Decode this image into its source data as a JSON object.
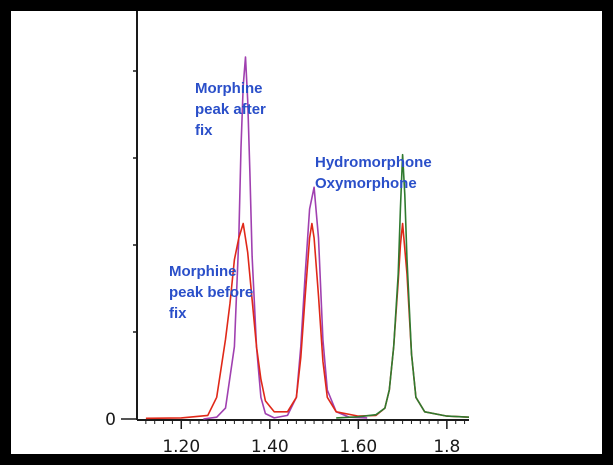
{
  "chart_data": {
    "type": "line",
    "xlim": [
      1.1,
      1.85
    ],
    "ylim": [
      0,
      100
    ],
    "x_ticks": [
      "1.20",
      "1.40",
      "1.60",
      "1.8"
    ],
    "y_ticks": [
      "0"
    ],
    "grid": false,
    "legend": "none",
    "series": [
      {
        "color": "#a040b0",
        "points": [
          [
            1.25,
            0
          ],
          [
            1.28,
            0.5
          ],
          [
            1.3,
            3
          ],
          [
            1.32,
            20
          ],
          [
            1.33,
            50
          ],
          [
            1.335,
            75
          ],
          [
            1.34,
            92
          ],
          [
            1.345,
            100
          ],
          [
            1.35,
            88
          ],
          [
            1.355,
            68
          ],
          [
            1.36,
            45
          ],
          [
            1.37,
            20
          ],
          [
            1.38,
            6
          ],
          [
            1.39,
            1.5
          ],
          [
            1.41,
            0.3
          ],
          [
            1.44,
            1
          ],
          [
            1.46,
            6
          ],
          [
            1.47,
            20
          ],
          [
            1.48,
            40
          ],
          [
            1.49,
            58
          ],
          [
            1.5,
            64
          ],
          [
            1.51,
            50
          ],
          [
            1.52,
            22
          ],
          [
            1.53,
            8
          ],
          [
            1.55,
            2
          ],
          [
            1.58,
            0.5
          ],
          [
            1.62,
            0.3
          ]
        ]
      },
      {
        "color": "#e02818",
        "points": [
          [
            1.12,
            0.2
          ],
          [
            1.2,
            0.3
          ],
          [
            1.26,
            1
          ],
          [
            1.28,
            6
          ],
          [
            1.3,
            22
          ],
          [
            1.31,
            32
          ],
          [
            1.32,
            44
          ],
          [
            1.33,
            50
          ],
          [
            1.34,
            54
          ],
          [
            1.35,
            46
          ],
          [
            1.36,
            33
          ],
          [
            1.37,
            20
          ],
          [
            1.38,
            11
          ],
          [
            1.39,
            5
          ],
          [
            1.41,
            2
          ],
          [
            1.44,
            2
          ],
          [
            1.46,
            6
          ],
          [
            1.47,
            17
          ],
          [
            1.48,
            34
          ],
          [
            1.49,
            50
          ],
          [
            1.495,
            54
          ],
          [
            1.5,
            50
          ],
          [
            1.51,
            34
          ],
          [
            1.52,
            16
          ],
          [
            1.53,
            6
          ],
          [
            1.55,
            2
          ],
          [
            1.6,
            0.8
          ],
          [
            1.64,
            1
          ],
          [
            1.66,
            3
          ],
          [
            1.67,
            8
          ],
          [
            1.68,
            20
          ],
          [
            1.69,
            38
          ],
          [
            1.695,
            48
          ],
          [
            1.7,
            54
          ],
          [
            1.71,
            40
          ],
          [
            1.72,
            18
          ],
          [
            1.73,
            6
          ],
          [
            1.75,
            2
          ],
          [
            1.8,
            0.8
          ],
          [
            1.85,
            0.5
          ]
        ]
      },
      {
        "color": "#2f7a2f",
        "points": [
          [
            1.55,
            0.3
          ],
          [
            1.6,
            0.6
          ],
          [
            1.64,
            1.2
          ],
          [
            1.66,
            3
          ],
          [
            1.67,
            8
          ],
          [
            1.68,
            20
          ],
          [
            1.69,
            40
          ],
          [
            1.695,
            58
          ],
          [
            1.7,
            73
          ],
          [
            1.705,
            62
          ],
          [
            1.71,
            44
          ],
          [
            1.72,
            18
          ],
          [
            1.73,
            6
          ],
          [
            1.75,
            2
          ],
          [
            1.8,
            0.8
          ],
          [
            1.85,
            0.5
          ]
        ]
      }
    ],
    "annotations": [
      {
        "key": "morphine_after",
        "lines": [
          "Morphine",
          "peak after",
          "fix"
        ]
      },
      {
        "key": "hydro_oxy",
        "lines": [
          "Hydromorphone",
          "Oxymorphone"
        ]
      },
      {
        "key": "morphine_before",
        "lines": [
          "Morphine",
          "peak before",
          "fix"
        ]
      }
    ],
    "colors": {
      "annotation": "#2a4fc9",
      "axis": "#1a1a1a",
      "frame": "#000000",
      "background": "#ffffff"
    }
  }
}
